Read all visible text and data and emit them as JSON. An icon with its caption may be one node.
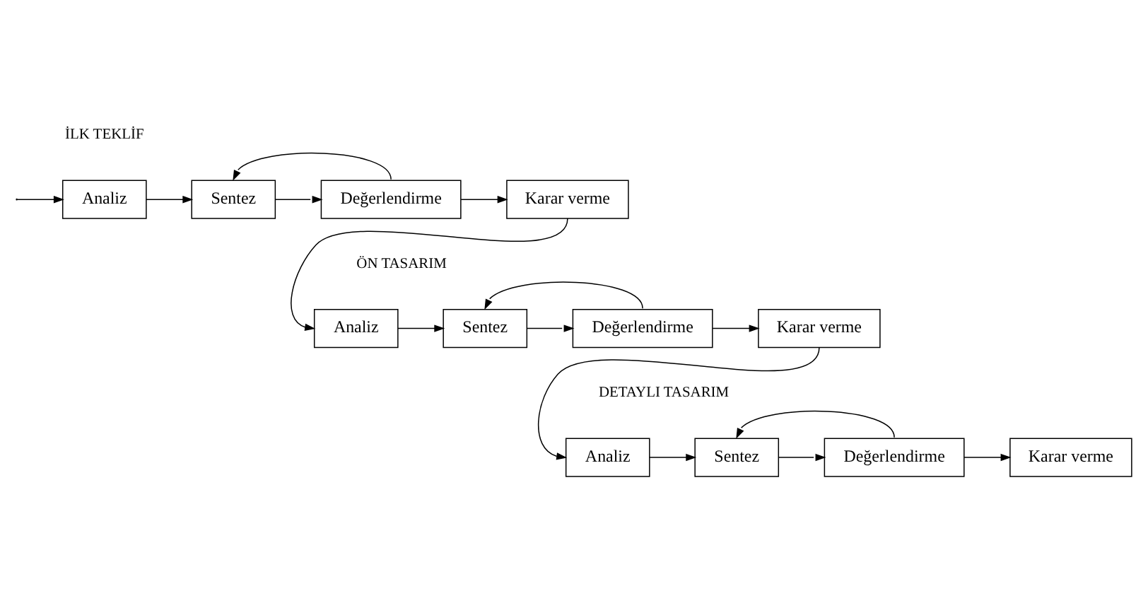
{
  "diagram": {
    "nodes": [
      {
        "text": [
          "Analiz"
        ]
      },
      {
        "text": [
          "Sentez"
        ]
      },
      {
        "text": [
          "Değerlendirme"
        ]
      },
      {
        "text": [
          "Karar verme"
        ]
      },
      {
        "text": [
          "Analiz"
        ]
      },
      {
        "text": [
          "Sentez"
        ]
      },
      {
        "text": [
          "Değerlendirme"
        ]
      },
      {
        "text": [
          "Karar verme"
        ]
      },
      {
        "text": [
          "Analiz"
        ]
      },
      {
        "text": [
          "Sentez"
        ]
      },
      {
        "text": [
          "Değerlendirme"
        ]
      },
      {
        "text": [
          "Karar verme"
        ]
      }
    ],
    "edges": [
      {
        "from": null,
        "to": 0,
        "arrow": "to"
      },
      {
        "from": 0,
        "to": 1,
        "arrow": "to"
      },
      {
        "from": 1,
        "to": 2,
        "arrow": "to"
      },
      {
        "from": 2,
        "to": 1,
        "arrow": "to"
      },
      {
        "from": 2,
        "to": 3,
        "arrow": "to"
      },
      {
        "from": 3,
        "to": 4,
        "arrow": "to"
      },
      {
        "from": 4,
        "to": 5,
        "arrow": "to"
      },
      {
        "from": 5,
        "to": 6,
        "arrow": "to"
      },
      {
        "from": 6,
        "to": 5,
        "arrow": "to"
      },
      {
        "from": 6,
        "to": 7,
        "arrow": "to"
      },
      {
        "from": 7,
        "to": 8,
        "arrow": "to"
      },
      {
        "from": 8,
        "to": 9,
        "arrow": "to"
      },
      {
        "from": 9,
        "to": 10,
        "arrow": "to"
      },
      {
        "from": 10,
        "to": 9,
        "arrow": "to"
      },
      {
        "from": 10,
        "to": 11,
        "arrow": "to"
      }
    ],
    "labels": [
      "İLK TEKLİF",
      "ÖN TASARIM",
      "DETAYLI TASARIM"
    ]
  }
}
